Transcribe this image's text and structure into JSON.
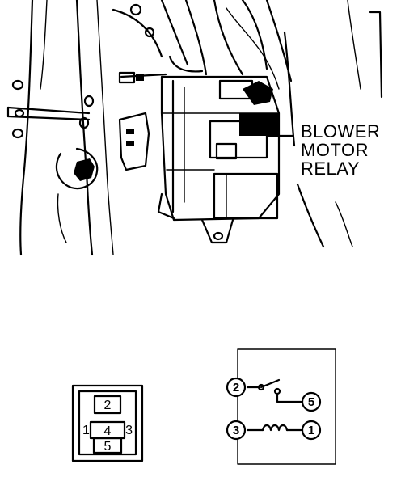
{
  "callout": {
    "line1": "BLOWER",
    "line2": "MOTOR",
    "line3": "RELAY"
  },
  "connector": {
    "pins": [
      "1",
      "2",
      "3",
      "4",
      "5"
    ]
  },
  "schematic": {
    "terminals": [
      "2",
      "5",
      "3",
      "1"
    ]
  }
}
